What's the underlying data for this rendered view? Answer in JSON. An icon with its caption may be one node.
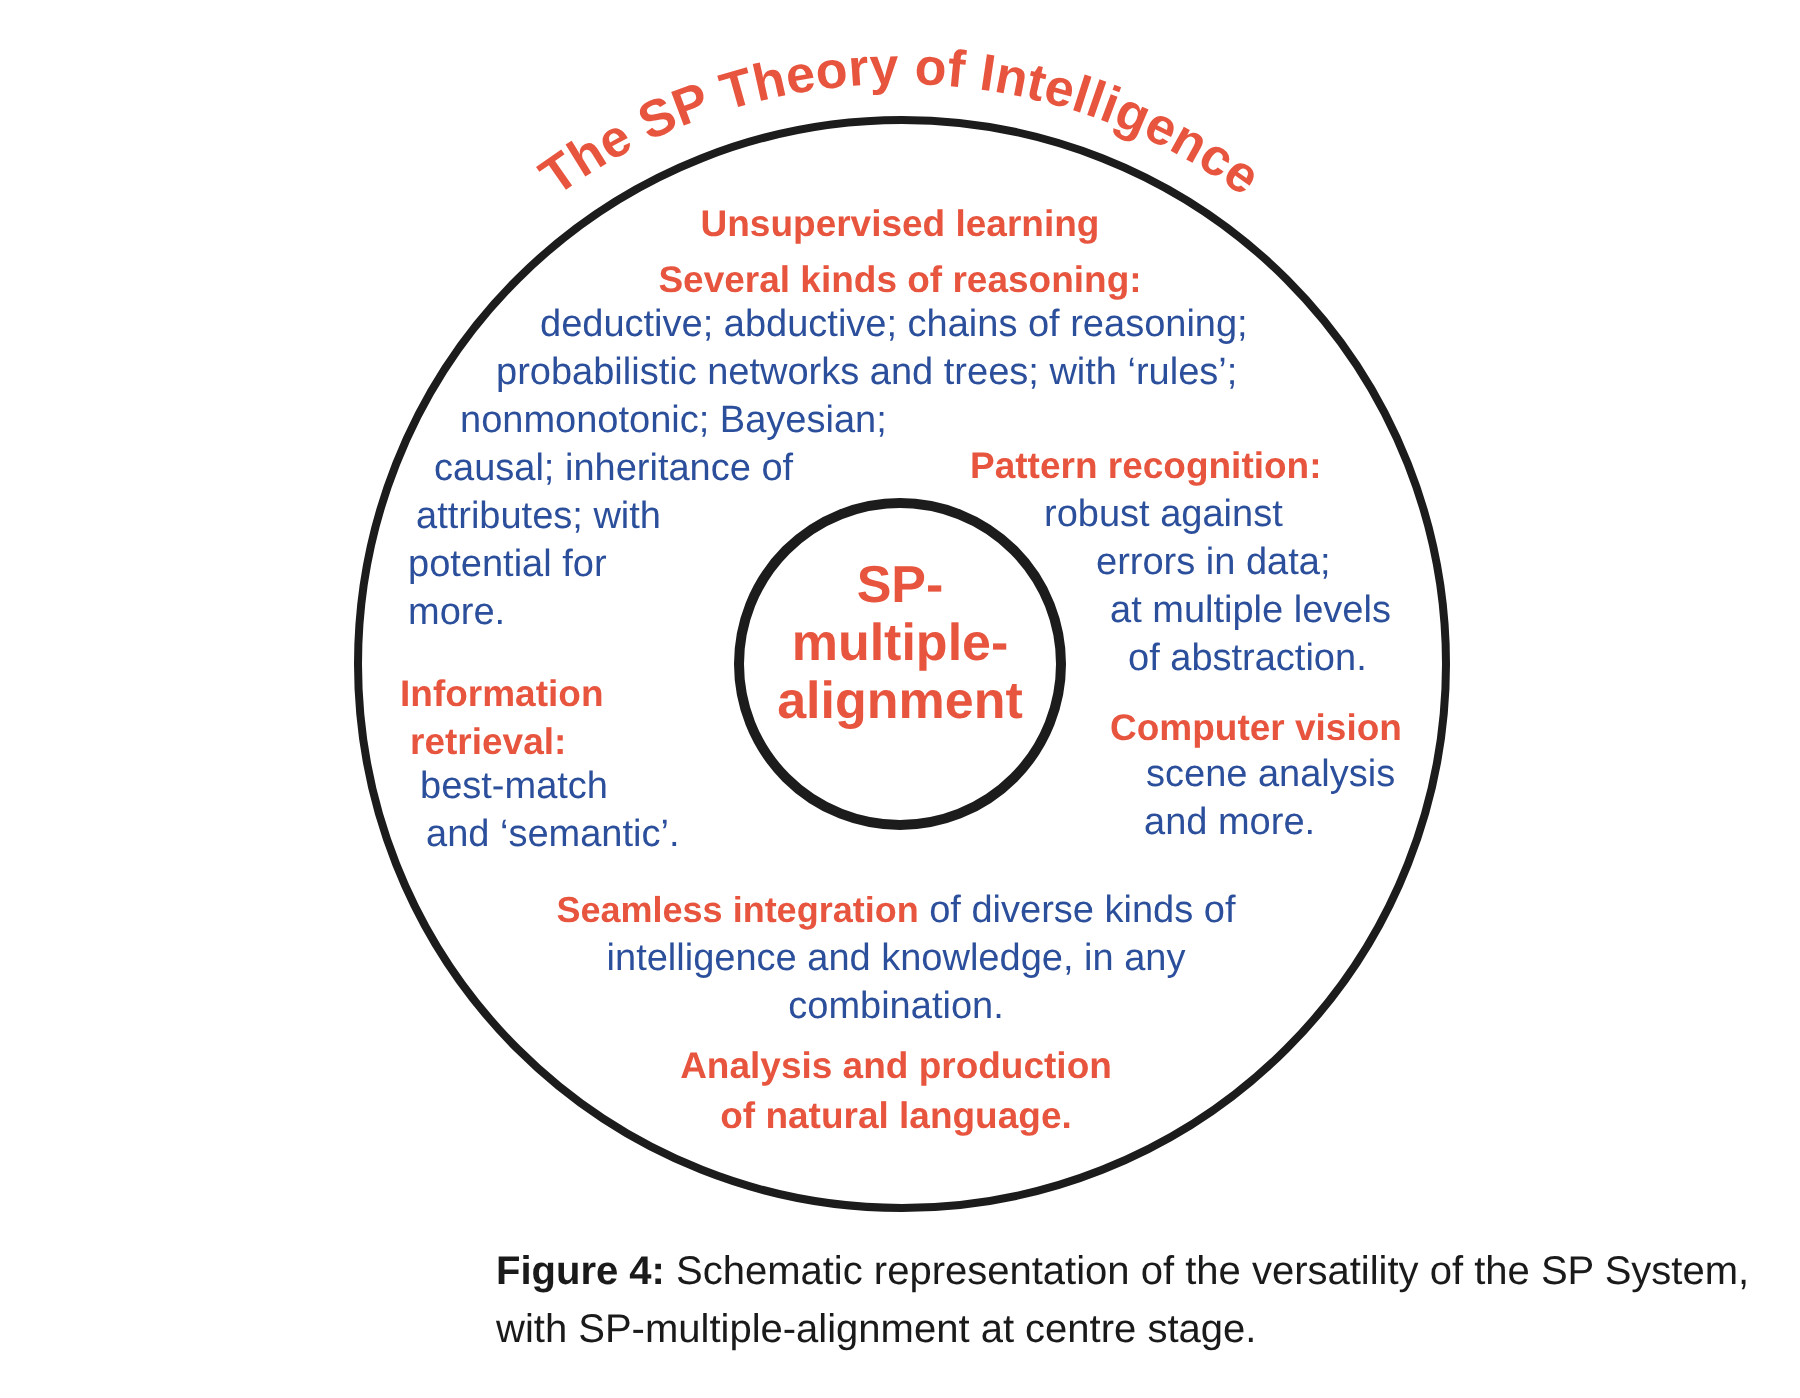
{
  "diagram": {
    "title": "The SP Theory of Intelligence",
    "caption": "**Figure 4:** Schematic representation of the versatility of the SP System, with SP-multiple-alignment at centre stage.",
    "nodes": [
      {
        "text": [
          "Unsupervised learning",
          "Several kinds of reasoning:",
          "deductive; abductive; chains of reasoning; probabilistic networks and trees; with ‘rules’; nonmonotonic; Bayesian;",
          "causal; inheritance of attributes; with potential for more.",
          "Pattern recognition:",
          "robust against errors in data; at multiple levels of abstraction.",
          "Information retrieval:",
          "best-match and ‘semantic’.",
          "Computer vision",
          "scene analysis and more.",
          "**Seamless integration** of diverse kinds of intelligence and knowledge, in any combination.",
          "Analysis and production of natural language."
        ]
      },
      {
        "text": [
          "SP-multiple-alignment"
        ],
        "in": 0
      }
    ]
  }
}
